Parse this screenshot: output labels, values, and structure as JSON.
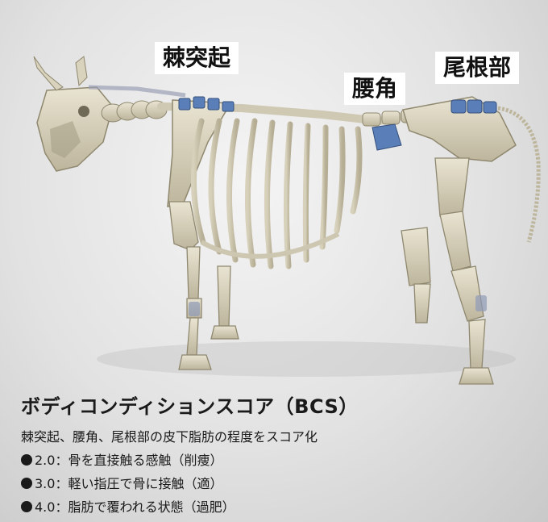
{
  "labels": {
    "spinous": "棘突起",
    "hook": "腰角",
    "tail_head": "尾根部"
  },
  "caption": {
    "title": "ボディコンディションスコア（BCS）",
    "subtitle": "棘突起、腰角、尾根部の皮下脂肪の程度をスコア化",
    "items": [
      "2.0：骨を直接触る感触（削痩）",
      "3.0：軽い指圧で骨に接触（適）",
      "4.0：脂肪で覆われる状態（過肥）"
    ]
  },
  "colors": {
    "bone": "#dcd6c2",
    "bone_shadow": "#b3ab92",
    "highlight": "#5a7fb8",
    "background": "#e2e2e2"
  }
}
